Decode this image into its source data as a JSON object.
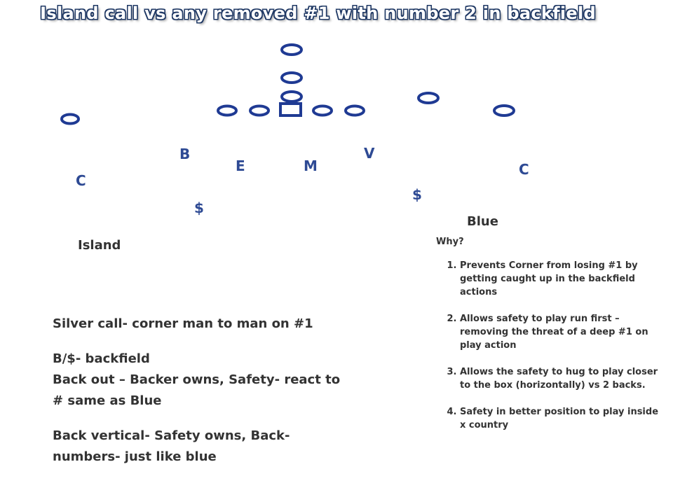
{
  "title": "Island call vs any removed #1 with number 2 in backfield",
  "offense": {
    "players": [
      {
        "shape": "ellipse"
      },
      {
        "shape": "ellipse"
      },
      {
        "shape": "ellipse"
      },
      {
        "shape": "ellipse"
      },
      {
        "shape": "ellipse"
      },
      {
        "shape": "ellipse"
      },
      {
        "shape": "ellipse"
      },
      {
        "shape": "ellipse"
      },
      {
        "shape": "ellipse"
      },
      {
        "shape": "ellipse"
      },
      {
        "shape": "square"
      }
    ],
    "color": "#1f3a93"
  },
  "defense": {
    "color": "#2e4a94",
    "labels": {
      "b": "B",
      "v": "V",
      "e": "E",
      "m": "M",
      "c_left": "C",
      "c_right": "C",
      "safety_left": "$",
      "safety_right": "$"
    }
  },
  "captions": {
    "island": "Island",
    "blue": "Blue"
  },
  "silver": {
    "line1": "Silver call- corner man to man on #1",
    "line2": "B/$- backfield",
    "line3": "Back out – Backer owns,   Safety- react to # same as Blue",
    "line4": "Back vertical- Safety owns, Back- numbers- just like blue"
  },
  "why": {
    "heading": "Why?",
    "items": [
      "Prevents Corner from losing #1 by getting caught up in the backfield actions",
      "Allows safety to play run first – removing the threat of a deep #1 on play action",
      "Allows the safety to hug to play closer to the box (horizontally) vs 2 backs.",
      "Safety in better position to play inside x country"
    ]
  }
}
